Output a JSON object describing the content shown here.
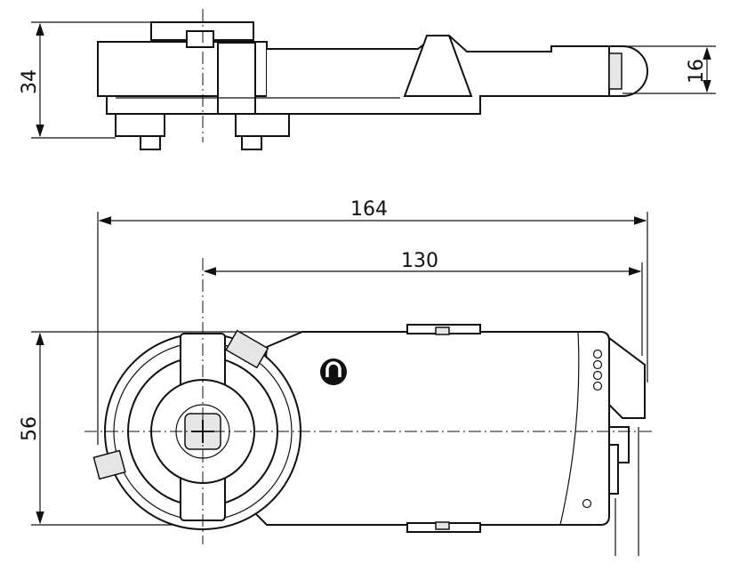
{
  "dimensions": {
    "height_side": "34",
    "height_end": "16",
    "total_length": "164",
    "axis_to_end": "130",
    "width": "56"
  },
  "icons": {
    "magnet": "magnet-icon"
  },
  "colors": {
    "line": "#111111",
    "background": "#ffffff"
  }
}
